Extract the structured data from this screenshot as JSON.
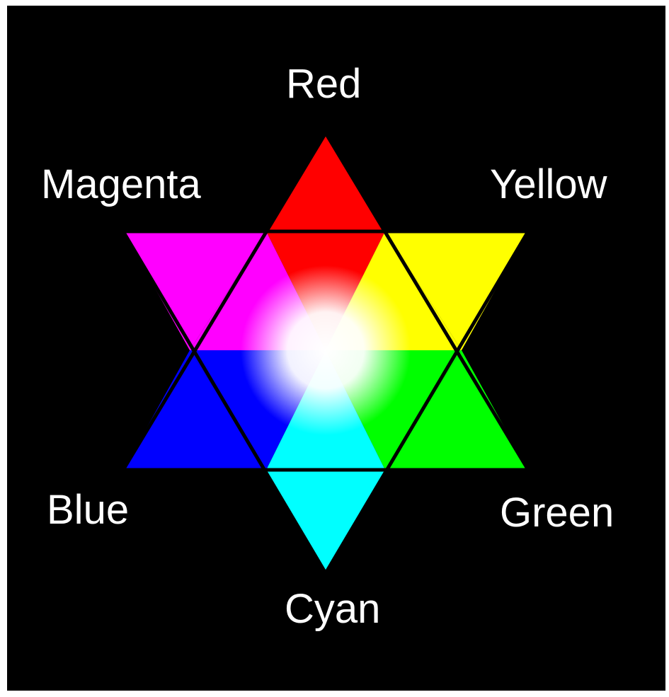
{
  "colors": {
    "red": "#ff0000",
    "yellow": "#ffff00",
    "green": "#00ff00",
    "cyan": "#00ffff",
    "blue": "#0000ff",
    "magenta": "#ff00ff",
    "white": "#ffffff",
    "background": "#000000"
  },
  "labels": {
    "red": "Red",
    "magenta": "Magenta",
    "yellow": "Yellow",
    "blue": "Blue",
    "green": "Green",
    "cyan": "Cyan"
  }
}
